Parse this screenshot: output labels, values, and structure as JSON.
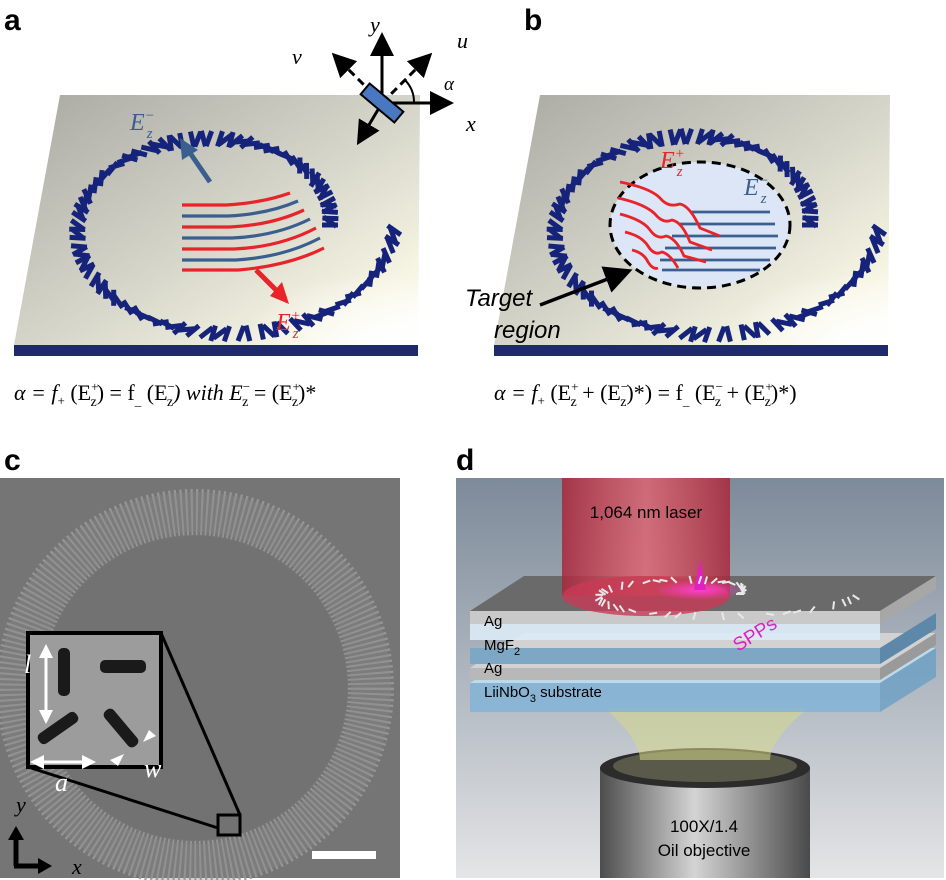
{
  "panel_labels": {
    "a": "a",
    "b": "b",
    "c": "c",
    "d": "d"
  },
  "panel_a": {
    "axes": {
      "y": "y",
      "u": "u",
      "v": "v",
      "x": "x",
      "alpha": "α"
    },
    "field_minus": "E",
    "field_minus_sub": "z",
    "field_minus_sup": "−",
    "field_plus": "E",
    "field_plus_sub": "z",
    "field_plus_sup": "+",
    "equation": {
      "lead": "α = f",
      "plus_sub": "+",
      "part1_open": " (E",
      "part1_sup": "+",
      "part1_close": ") = f",
      "minus_sub": "_",
      "part2_open": " (E",
      "part2_sup": "−",
      "part2_close": ") with E",
      "with_sup": "−",
      "tail_open": " = (E",
      "tail_sup": "+",
      "tail_close": ")*",
      "z": "z"
    }
  },
  "panel_b": {
    "field_plus": "E",
    "field_plus_sub": "z",
    "field_plus_sup": "+",
    "field_minus": "E",
    "field_minus_sub": "z",
    "field_minus_sup": "−",
    "target_line1": "Target",
    "target_line2": "region",
    "equation": {
      "lead": "α = f",
      "plus_sub": "+",
      "p1": " (E",
      "p1_sup": "+",
      "p1b": " + (E",
      "p1b_sup": "−",
      "p1c": ")*) = f",
      "minus_sub": "_",
      "p2": " (E",
      "p2_sup": "−",
      "p2b": " + (E",
      "p2b_sup": "+",
      "p2c": ")*)",
      "z": "z"
    }
  },
  "panel_c": {
    "inset_l": "l",
    "inset_a": "a",
    "inset_w": "w",
    "axis_y": "y",
    "axis_x": "x"
  },
  "panel_d": {
    "laser": "1,064 nm laser",
    "layer_ag_top": "Ag",
    "layer_mgf2": "MgF",
    "layer_mgf2_sub": "2",
    "layer_ag_bottom": "Ag",
    "substrate_pre": "LiiNbO",
    "substrate_sub": "3",
    "substrate_post": " substrate",
    "spps": "SPPs",
    "objective_line1": "100X/1.4",
    "objective_line2": "Oil objective"
  },
  "colors": {
    "red_wave": "#e8232a",
    "blue_wave": "#3a5f8f",
    "antenna": "#16237a",
    "laser": "#c82846",
    "magenta": "#e020c0"
  }
}
